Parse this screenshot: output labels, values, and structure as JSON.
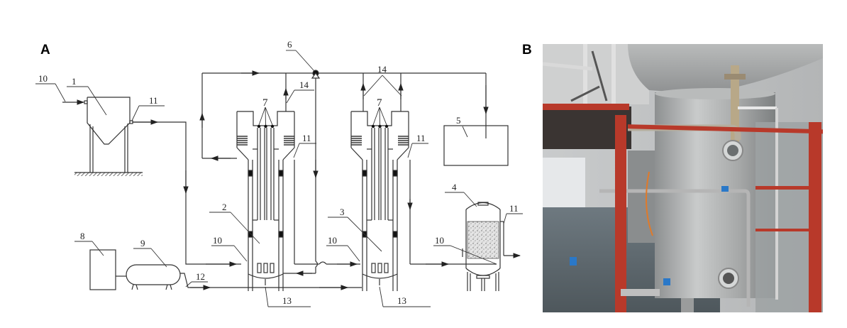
{
  "panels": {
    "a": {
      "letter": "A"
    },
    "b": {
      "letter": "B"
    }
  },
  "labels": {
    "settling_tank": "1",
    "reactor_first": "2",
    "reactor_second": "3",
    "filter_tank": "4",
    "gas_collector": "5",
    "pump": "6",
    "electrodes": "7",
    "power_supply": "8",
    "air_tank": "9",
    "inlet": "10",
    "outlet": "11",
    "air_line": "12",
    "drain": "13",
    "gas_vent": "14"
  },
  "colors": {
    "line": "#333333",
    "frame_red": "#b8392a",
    "steel": "#a9aaa8",
    "valve_blue": "#2a78c8",
    "filter_media": "#c9c9c9"
  }
}
